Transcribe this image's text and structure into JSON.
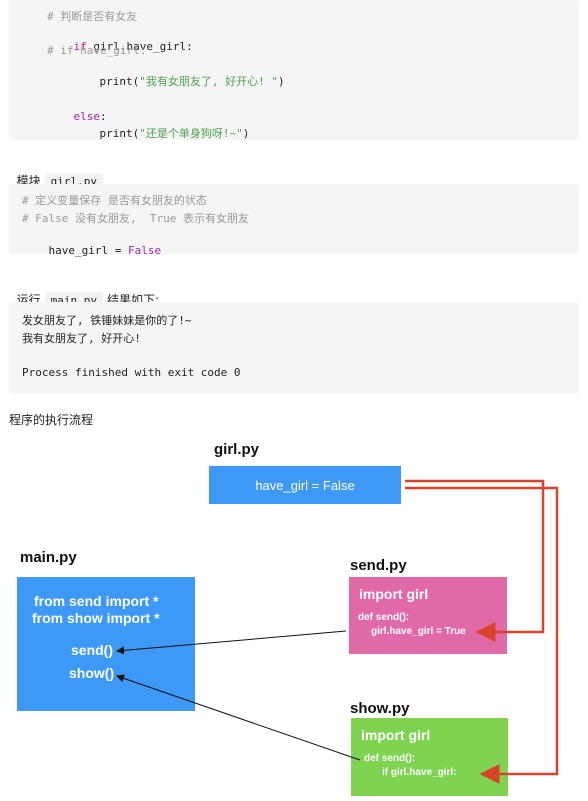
{
  "code_block_1": {
    "lines": [
      "# 判断是否有女友",
      "if girl.have_girl:",
      "# if have_girl:",
      "print(\"我有女朋友了, 好开心! \")",
      "else:",
      "print(\"还是个单身狗呀!~\")"
    ],
    "kw_if": "if",
    "kw_if_rest": " girl.have_girl:",
    "print_1_fn": "print(",
    "print_1_str": "\"我有女朋友了, 好开心! \"",
    "print_1_end": ")",
    "kw_else": "else",
    "kw_else_rest": ":",
    "print_2_fn": "print(",
    "print_2_str": "\"还是个单身狗呀!~\"",
    "print_2_end": ")"
  },
  "module_label": {
    "prefix": "模块",
    "code": "girl.py"
  },
  "code_block_2": {
    "comment_1": "# 定义变量保存 是否有女朋友的状态",
    "comment_2": "# False 没有女朋友,  True 表示有女朋友",
    "assign_lhs": "have_girl = ",
    "assign_rhs": "False"
  },
  "run_label": {
    "prefix": "运行",
    "code": "main.py",
    "suffix": "结果如下:"
  },
  "output_block": {
    "line_1": "发女朋友了, 铁锤妹妹是你的了!~",
    "line_2": "我有女朋友了, 好开心!",
    "line_3": "Process finished with exit code 0"
  },
  "flow_heading": "程序的执行流程",
  "diagram": {
    "girl_label": "girl.py",
    "girl_box_text": "have_girl = False",
    "main_label": "main.py",
    "main_line_1": "from send import *",
    "main_line_2": "from show import *",
    "main_send": "send()",
    "main_show": "show()",
    "send_label": "send.py",
    "send_import": "import girl",
    "send_def": "def send():",
    "send_body": "girl.have_girl = True",
    "show_label": "show.py",
    "show_import": "import girl",
    "show_def": "def send():",
    "show_body": "if girl.have_girl:",
    "colors": {
      "blue": "#3d99f5",
      "pink": "#e06aa8",
      "green": "#7ed350",
      "red_arrow": "#d9432a"
    }
  }
}
